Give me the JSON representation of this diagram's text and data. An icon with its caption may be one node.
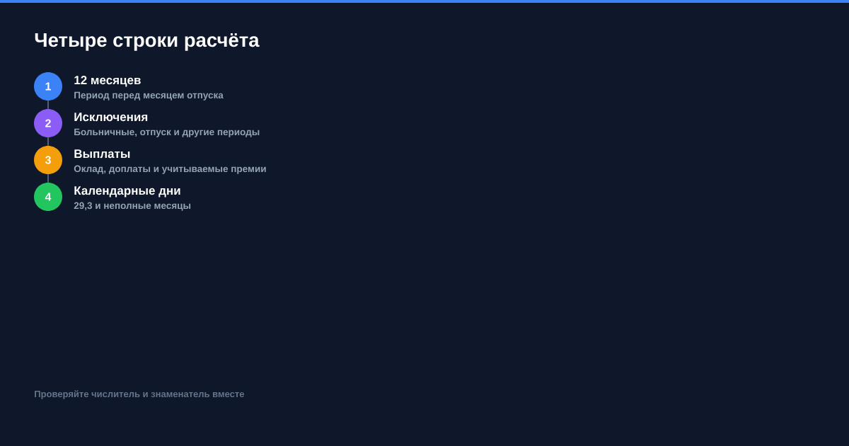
{
  "diagram": {
    "title": "Четыре строки расчёта",
    "nodes": [
      {
        "text": [
          "1"
        ],
        "beside": [
          "12 месяцев",
          "Период перед месяцем отпуска"
        ]
      },
      {
        "text": [
          "2"
        ],
        "beside": [
          "Исключения",
          "Больничные, отпуск и другие периоды"
        ]
      },
      {
        "text": [
          "3"
        ],
        "beside": [
          "Выплаты",
          "Оклад, доплаты и учитываемые премии"
        ]
      },
      {
        "text": [
          "4"
        ],
        "beside": [
          "Календарные дни",
          "29,3 и неполные месяцы"
        ]
      }
    ],
    "edges": [
      {
        "from": 0,
        "to": 1,
        "arrow": "none"
      },
      {
        "from": 1,
        "to": 2,
        "arrow": "none"
      },
      {
        "from": 2,
        "to": 3,
        "arrow": "none"
      }
    ],
    "labels": [
      "Проверяйте числитель и знаменатель вместе"
    ]
  }
}
